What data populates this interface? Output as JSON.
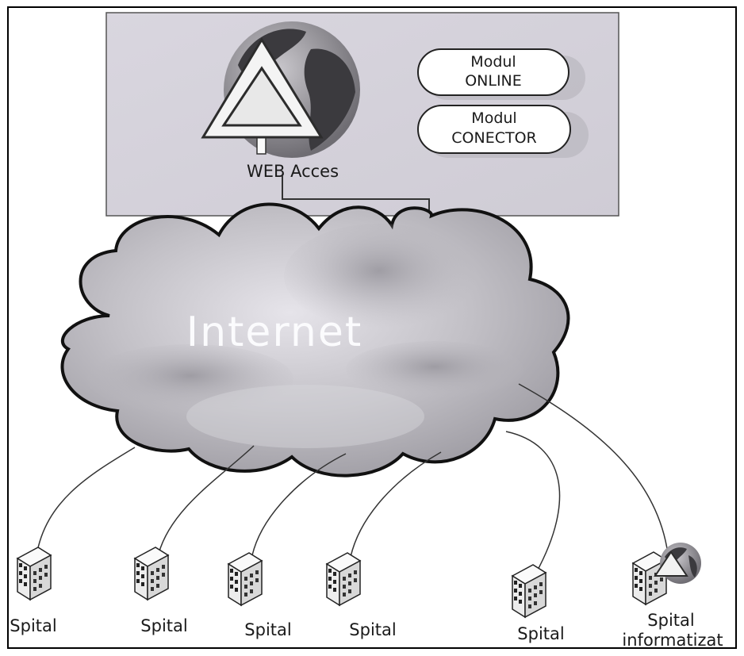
{
  "header": {
    "web_access_label": "WEB Acces",
    "modules": [
      {
        "line1": "Modul",
        "line2": "ONLINE"
      },
      {
        "line1": "Modul",
        "line2": "CONECTOR"
      }
    ]
  },
  "cloud": {
    "label": "Internet"
  },
  "nodes": [
    {
      "label": "Spital"
    },
    {
      "label": "Spital"
    },
    {
      "label": "Spital"
    },
    {
      "label": "Spital"
    },
    {
      "label": "Spital"
    },
    {
      "label_line1": "Spital",
      "label_line2": "informatizat"
    }
  ],
  "colors": {
    "panel": "#d6d3dc",
    "cloud_light": "#e4e2e8",
    "cloud_dark": "#7d7b82",
    "globe_ocean": "#8f8d93",
    "globe_land": "#3b3a3e",
    "building": "#f4f4f4",
    "line": "#333333"
  },
  "icons": {
    "web_access": "globe-with-warning-triangle-icon",
    "hospital": "office-building-icon",
    "informatized_hospital": "office-building-with-globe-icon"
  }
}
